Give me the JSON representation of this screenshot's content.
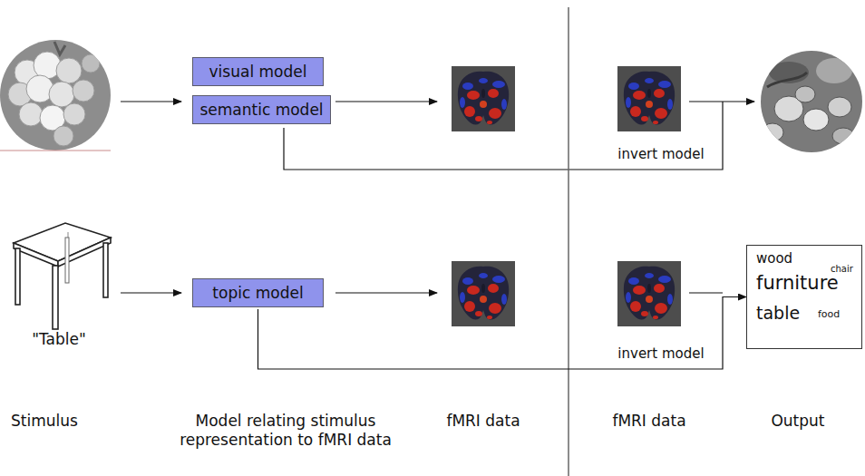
{
  "diagram": {
    "nodes": [
      {
        "text": [
          "visual model"
        ]
      },
      {
        "text": [
          "semantic model"
        ]
      },
      {
        "text": [
          "topic model"
        ]
      },
      {
        "text": [
          "wood",
          "chair",
          "furniture",
          "table",
          "food"
        ]
      }
    ],
    "edges": [
      {
        "from": 2,
        "to": 3,
        "arrow": "to",
        "label": "invert model"
      }
    ],
    "labels": [
      "invert model",
      "\"Table\"",
      "Stimulus",
      "Model relating stimulus representation to fMRI data",
      "fMRI data",
      "fMRI data",
      "Output"
    ]
  }
}
